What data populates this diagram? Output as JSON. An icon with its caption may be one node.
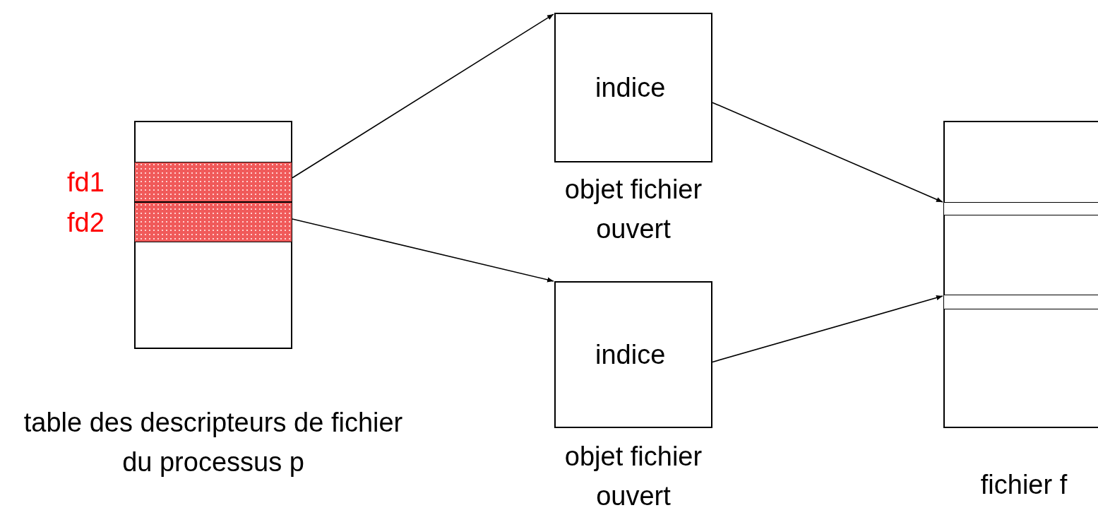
{
  "diagram": {
    "nodes": [
      {
        "text": [],
        "shape": "box",
        "beside": [
          "table des descripteurs de fichier du processus p"
        ]
      },
      {
        "text": [
          "fd1"
        ],
        "in": 0
      },
      {
        "text": [
          "fd2"
        ],
        "in": 0
      },
      {
        "text": [
          "indice"
        ],
        "beside": [
          "objet fichier ouvert"
        ]
      },
      {
        "text": [
          "indice"
        ],
        "beside": [
          "objet fichier ouvert"
        ]
      },
      {
        "text": [],
        "shape": "box",
        "beside": [
          "fichier f"
        ]
      },
      {
        "text": [],
        "shape": "bar",
        "in": 5
      },
      {
        "text": [],
        "shape": "bar",
        "in": 5
      }
    ],
    "edges": [
      {
        "from": 1,
        "to": 3,
        "arrow": "to"
      },
      {
        "from": 2,
        "to": 4,
        "arrow": "to"
      },
      {
        "from": 3,
        "to": 6,
        "arrow": "to"
      },
      {
        "from": 4,
        "to": 7,
        "arrow": "to"
      }
    ]
  }
}
